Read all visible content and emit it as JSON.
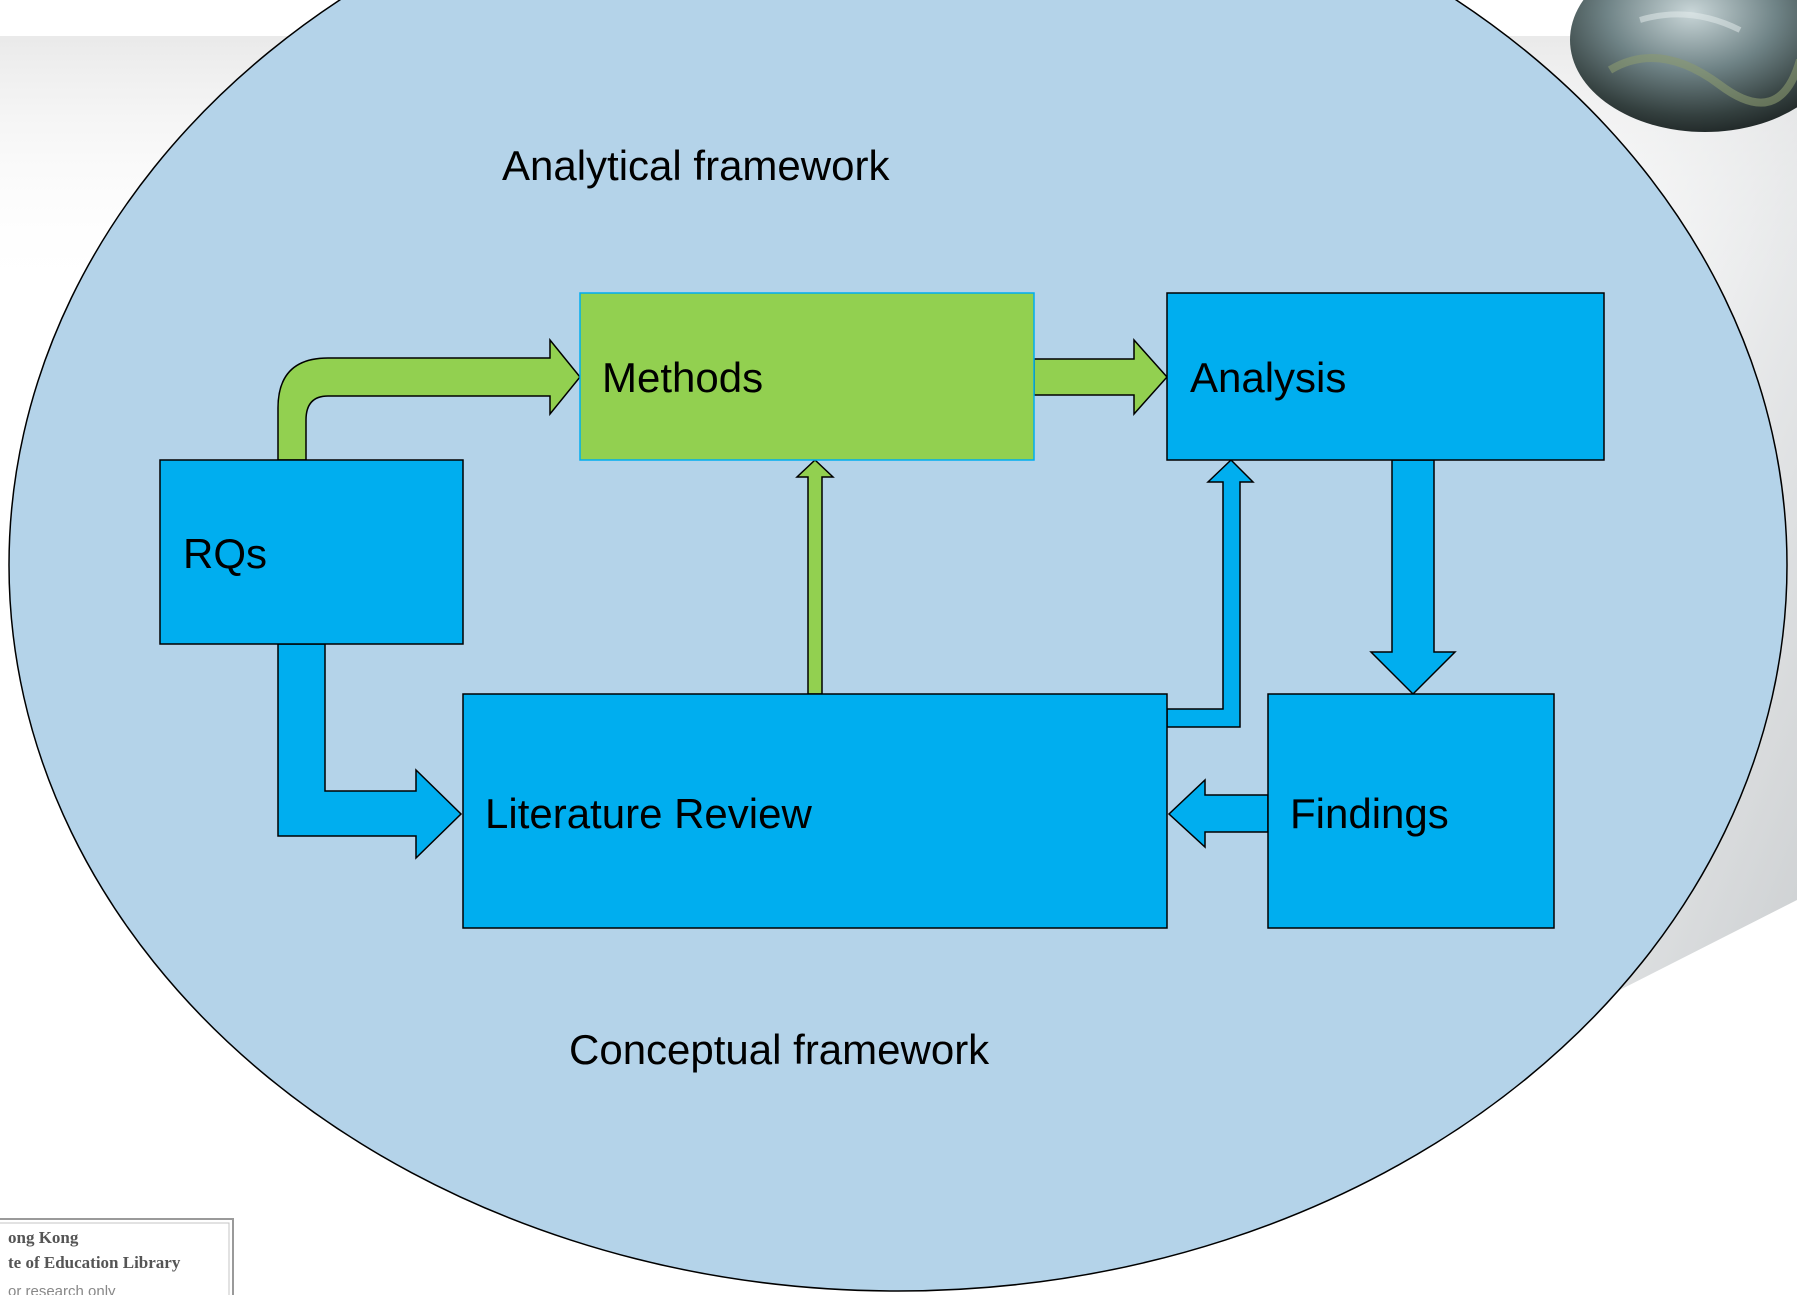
{
  "diagram": {
    "outer_label": "Analytical framework",
    "inner_label": "Conceptual framework",
    "nodes": {
      "methods": "Methods",
      "analysis": "Analysis",
      "rqs": "RQs",
      "literature_review": "Literature Review",
      "findings": "Findings"
    }
  },
  "watermark": {
    "line1": "ong Kong",
    "line2": "te of Education Library",
    "line3": "or research only"
  },
  "colors": {
    "ellipse_fill": "#b4d3e9",
    "blue_box": "#00aeef",
    "green_box": "#92d050",
    "outline": "#000000"
  }
}
